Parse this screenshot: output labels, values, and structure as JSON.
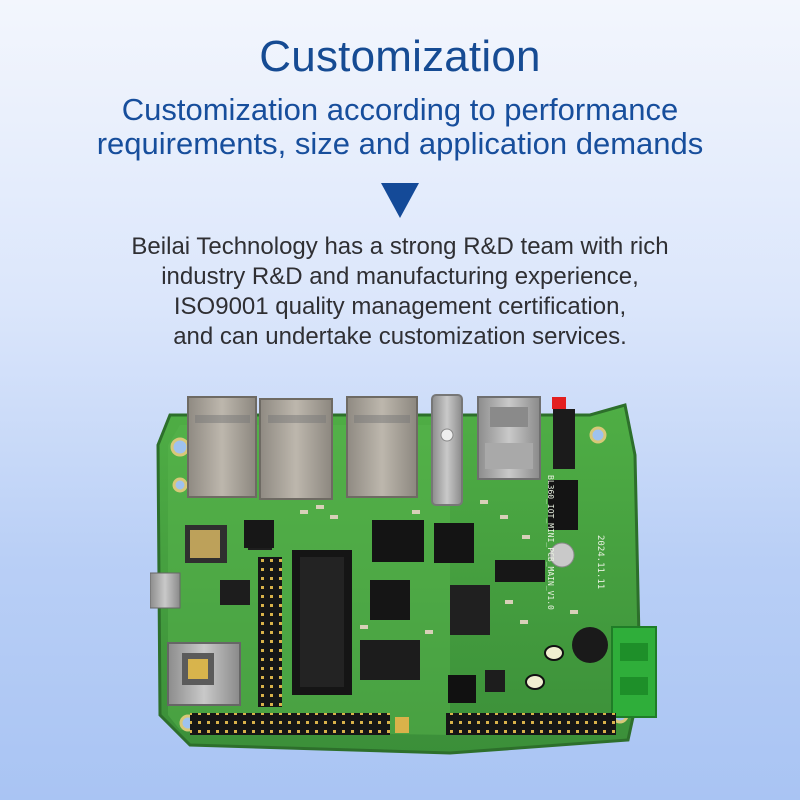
{
  "heading": {
    "title": "Customization",
    "subtitle_lines": [
      "Customization according to performance",
      "requirements, size and application demands"
    ]
  },
  "description": {
    "lines": [
      "Beilai Technology has a strong R&D team with rich",
      "industry R&D and manufacturing experience,",
      "ISO9001 quality management certification,",
      "and can undertake customization services."
    ]
  },
  "pcb": {
    "silkscreen_date": "2024.11.11",
    "silkscreen_model": "BL360_IOT_MINI_PCB_MAIN_V1.0"
  },
  "colors": {
    "title": "#164b93",
    "accent_arrow": "#144a98",
    "body_text": "#2f2f33",
    "pcb_green": "#3f9a3c",
    "terminal_green": "#2fae3a"
  },
  "icons": [
    "down-triangle-icon"
  ]
}
